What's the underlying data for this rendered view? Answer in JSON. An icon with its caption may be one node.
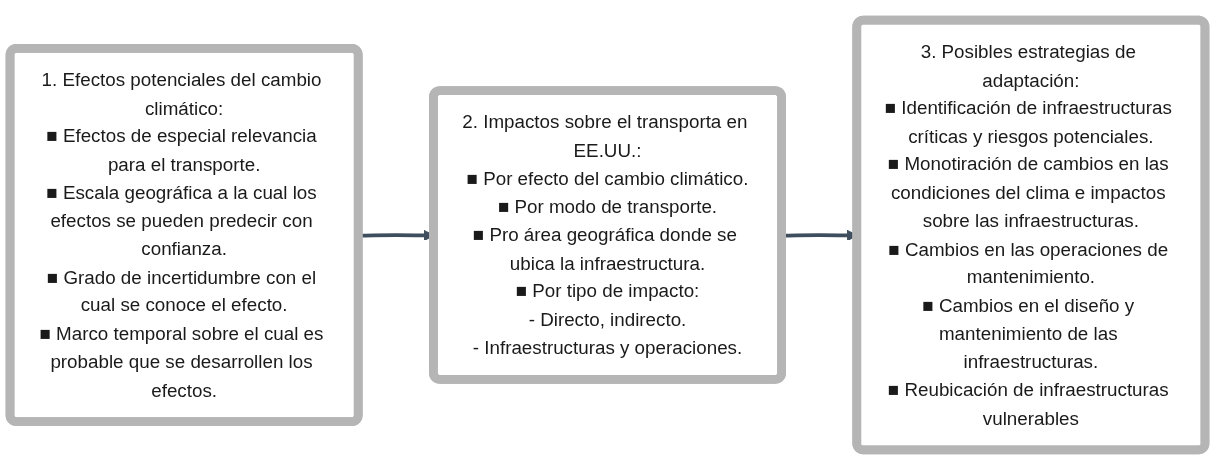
{
  "diagram": {
    "nodes": [
      {
        "text": [
          "1. Efectos potenciales del cambio climático:",
          "■ Efectos de especial relevancia para el transporte.",
          "■ Escala geográfica a la cual los efectos se pueden predecir con confianza.",
          "■ Grado de incertidumbre con el cual se conoce el efecto.",
          "■ Marco temporal sobre el cual es probable que se desarrollen los efectos."
        ]
      },
      {
        "text": [
          "2. Impactos sobre el transporta en EE.UU.:",
          "■ Por efecto del cambio climático.",
          "■ Por modo de transporte.",
          "■ Pro área geográfica donde se ubica la infraestructura.",
          "■ Por tipo de impacto:",
          "- Directo, indirecto.",
          "- Infraestructuras y operaciones."
        ]
      },
      {
        "text": [
          "3. Posibles estrategias de adaptación:",
          "■ Identificación de infraestructuras críticas y riesgos potenciales.",
          "■ Monotiración de cambios en las condiciones del clima e impactos sobre las infraestructuras.",
          "■ Cambios en las operaciones de mantenimiento.",
          "■ Cambios en el diseño y mantenimiento de las infraestructuras.",
          "■ Reubicación de infraestructuras vulnerables"
        ]
      }
    ],
    "edges": [
      {
        "from": 0,
        "to": 1,
        "arrow": "to"
      },
      {
        "from": 1,
        "to": 2,
        "arrow": "to"
      }
    ]
  }
}
